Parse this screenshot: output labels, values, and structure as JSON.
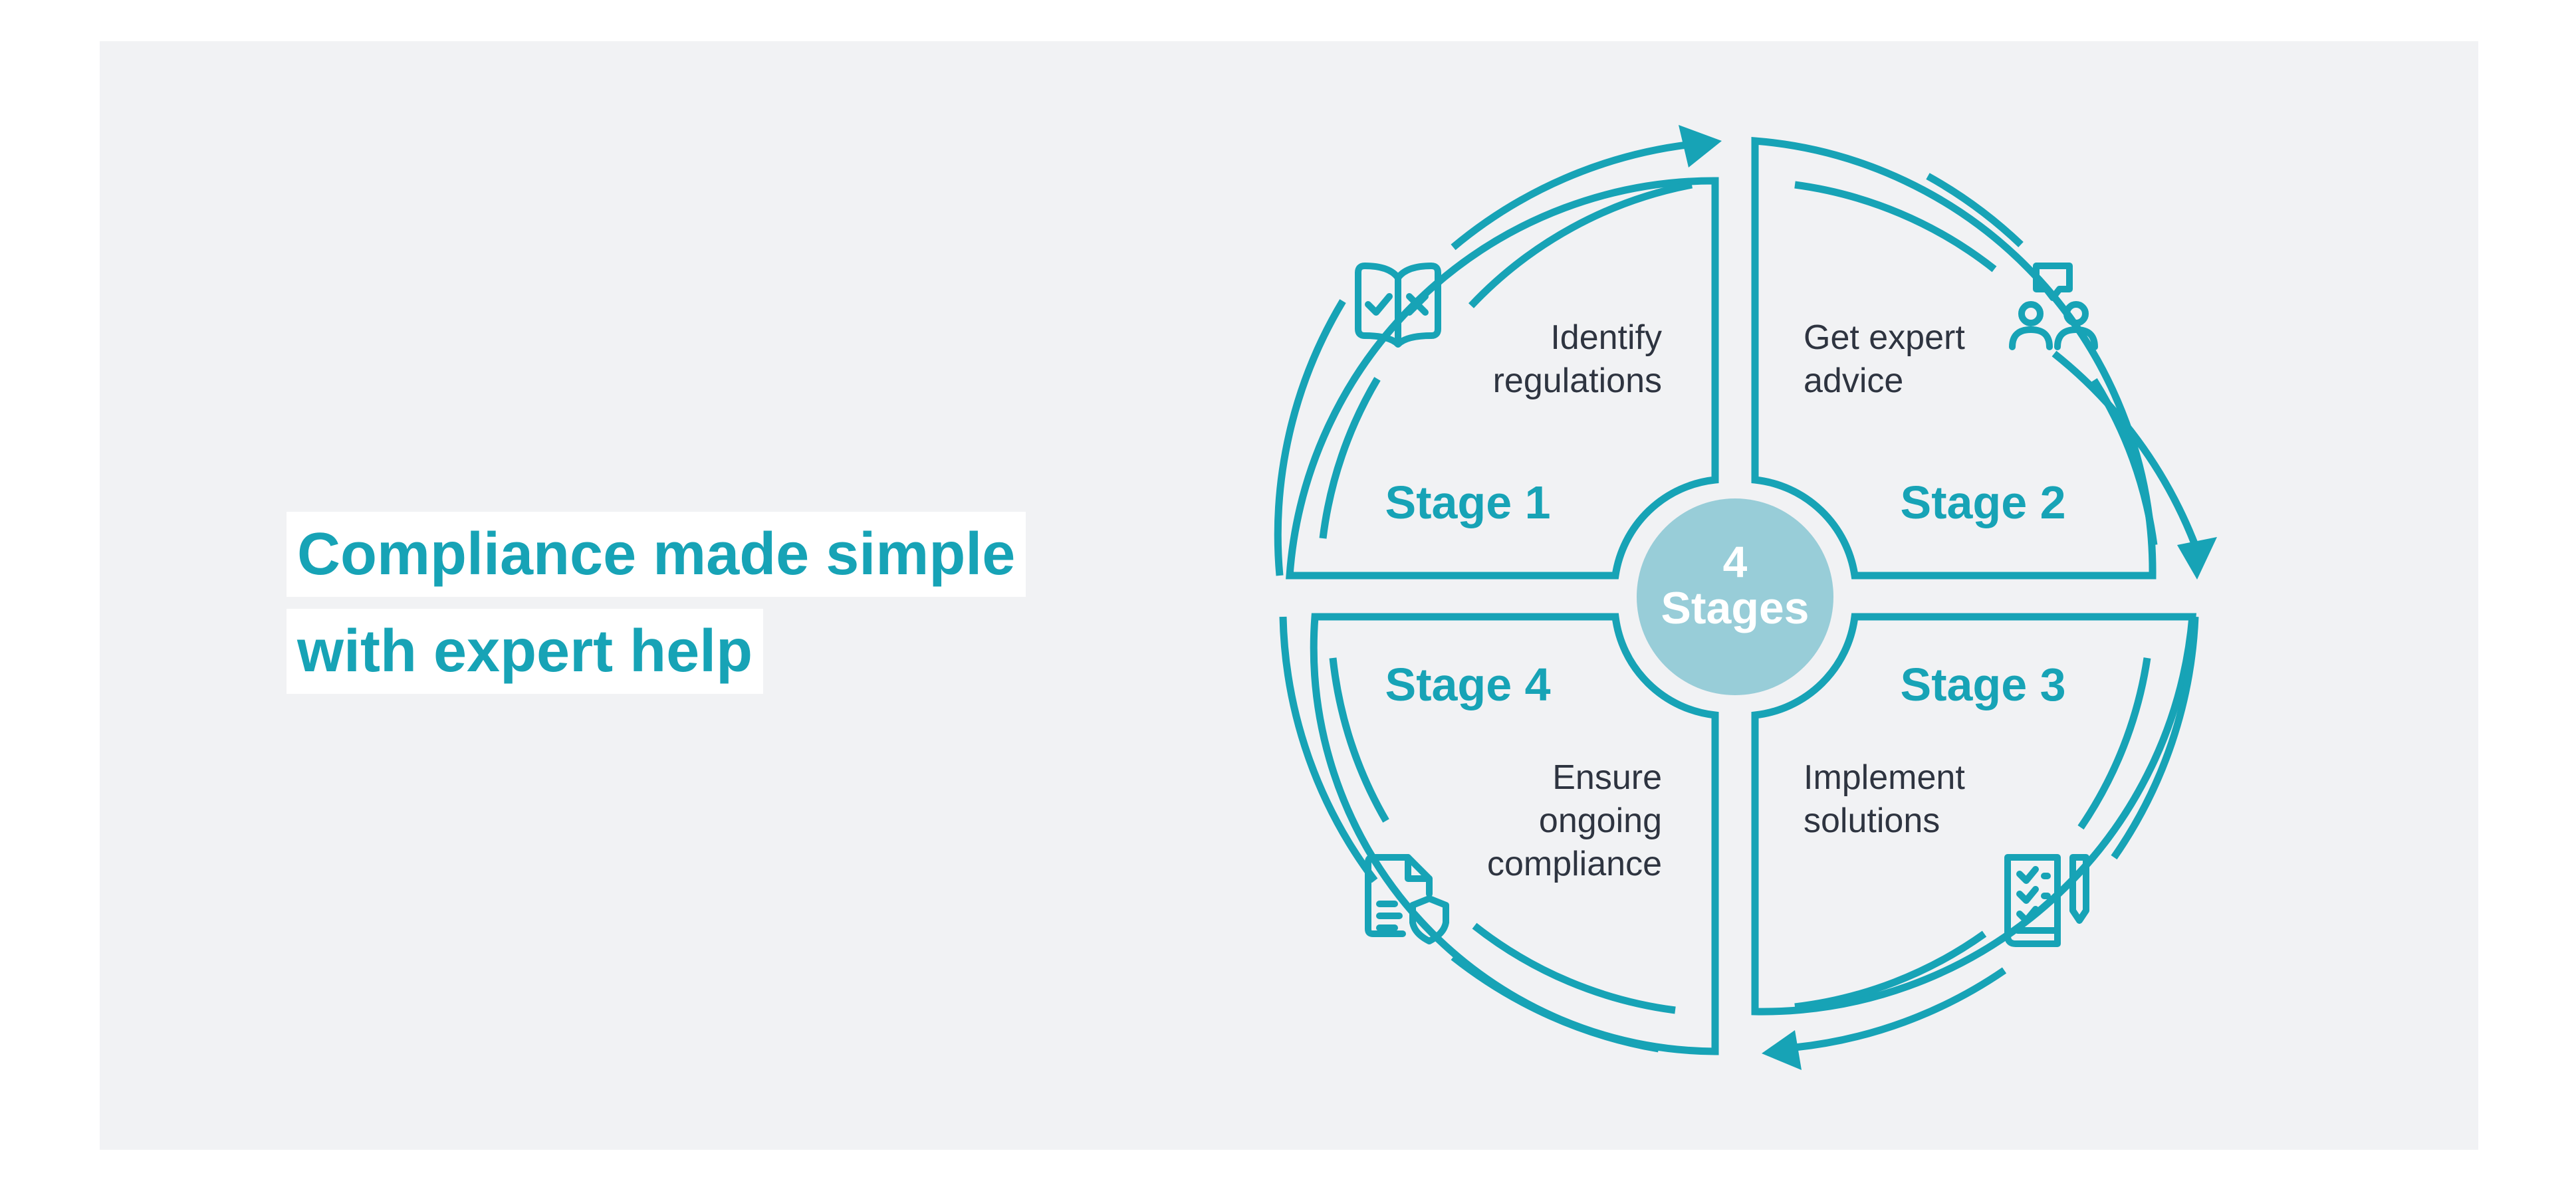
{
  "headline": {
    "line1": "Compliance made simple",
    "line2": "with expert help"
  },
  "center": {
    "number": "4",
    "label": "Stages"
  },
  "stages": [
    {
      "title": "Stage 1",
      "desc_line1": "Identify",
      "desc_line2": "regulations",
      "desc_line3": "",
      "icon": "book-check-x-icon"
    },
    {
      "title": "Stage 2",
      "desc_line1": "Get expert",
      "desc_line2": "advice",
      "desc_line3": "",
      "icon": "expert-advice-icon"
    },
    {
      "title": "Stage 3",
      "desc_line1": "Implement",
      "desc_line2": "solutions",
      "desc_line3": "",
      "icon": "checklist-scroll-icon"
    },
    {
      "title": "Stage 4",
      "desc_line1": "Ensure",
      "desc_line2": "ongoing",
      "desc_line3": "compliance",
      "icon": "document-shield-icon"
    }
  ],
  "colors": {
    "accent": "#17a3b6",
    "center_fill": "#98cdd8",
    "background": "#f1f2f4",
    "text": "#2e3440"
  }
}
